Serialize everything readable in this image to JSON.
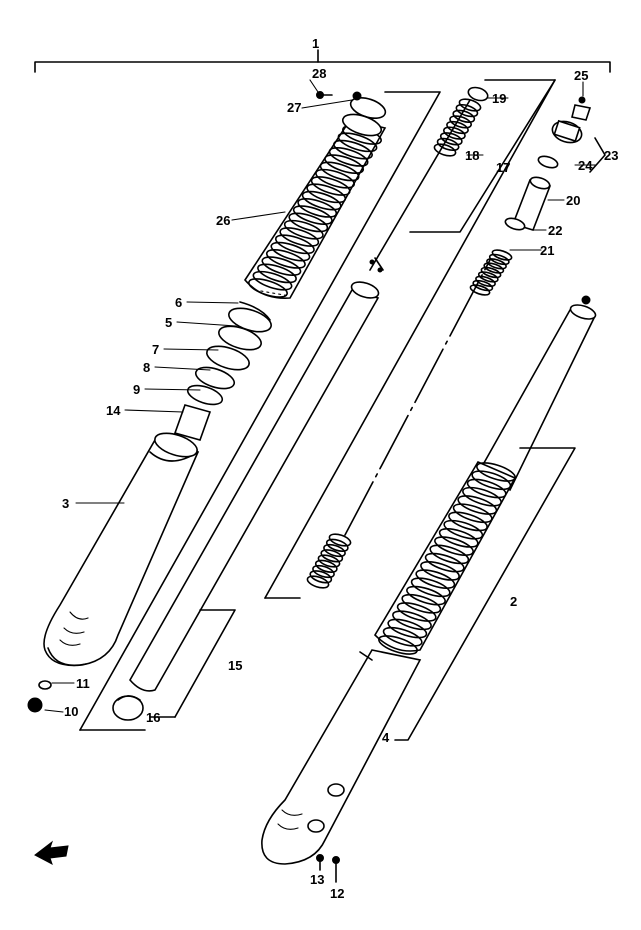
{
  "diagram": {
    "callouts": [
      {
        "id": "1",
        "text": "1"
      },
      {
        "id": "2",
        "text": "2"
      },
      {
        "id": "3",
        "text": "3"
      },
      {
        "id": "4",
        "text": "4"
      },
      {
        "id": "5",
        "text": "5"
      },
      {
        "id": "6",
        "text": "6"
      },
      {
        "id": "7",
        "text": "7"
      },
      {
        "id": "8",
        "text": "8"
      },
      {
        "id": "9",
        "text": "9"
      },
      {
        "id": "10",
        "text": "10"
      },
      {
        "id": "11",
        "text": "11"
      },
      {
        "id": "12",
        "text": "12"
      },
      {
        "id": "13",
        "text": "13"
      },
      {
        "id": "14",
        "text": "14"
      },
      {
        "id": "15",
        "text": "15"
      },
      {
        "id": "16",
        "text": "16"
      },
      {
        "id": "17",
        "text": "17"
      },
      {
        "id": "18",
        "text": "18"
      },
      {
        "id": "19",
        "text": "19"
      },
      {
        "id": "20",
        "text": "20"
      },
      {
        "id": "21",
        "text": "21"
      },
      {
        "id": "22",
        "text": "22"
      },
      {
        "id": "23",
        "text": "23"
      },
      {
        "id": "24",
        "text": "24"
      },
      {
        "id": "25",
        "text": "25"
      },
      {
        "id": "26",
        "text": "26"
      },
      {
        "id": "27",
        "text": "27"
      },
      {
        "id": "28",
        "text": "28"
      }
    ],
    "ink_color": "#000000",
    "background_color": "#ffffff",
    "direction_icon": "front-arrow-icon"
  }
}
